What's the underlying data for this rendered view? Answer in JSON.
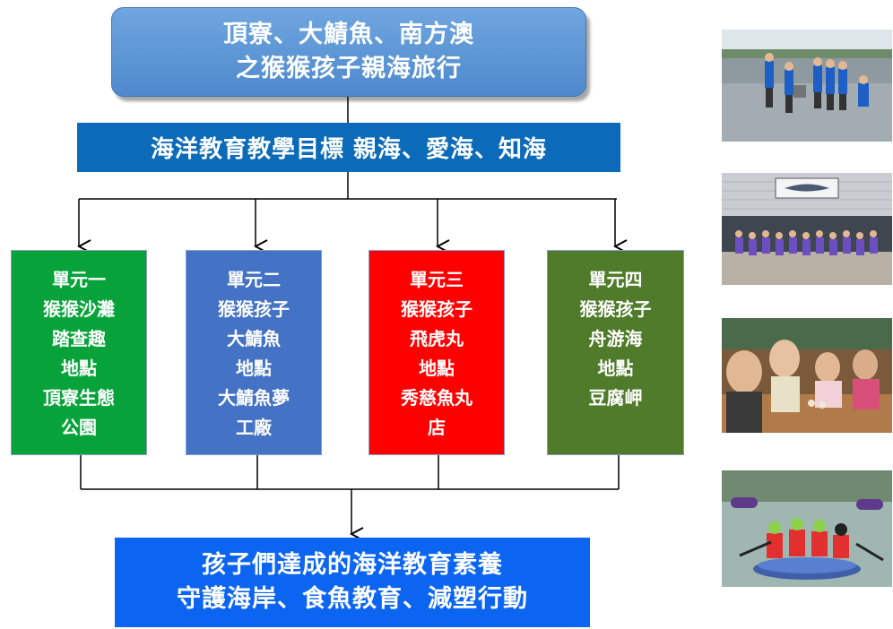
{
  "title": {
    "line1": "頂寮、大鯖魚、南方澳",
    "line2": "之猴猴孩子親海旅行"
  },
  "goal": {
    "text": "海洋教育教學目標 親海、愛海、知海"
  },
  "units": [
    {
      "lines": [
        "單元一",
        "猴猴沙灘",
        "踏查趣",
        "地點",
        "頂寮生態",
        "公園"
      ],
      "color": "#07a33a"
    },
    {
      "lines": [
        "單元二",
        "猴猴孩子",
        "大鯖魚",
        "地點",
        "大鯖魚夢",
        "工廠"
      ],
      "color": "#4472c4"
    },
    {
      "lines": [
        "單元三",
        "猴猴孩子",
        "飛虎丸",
        "地點",
        "秀慈魚丸",
        "店"
      ],
      "color": "#ff0000"
    },
    {
      "lines": [
        "單元四",
        "猴猴孩子",
        "舟游海",
        "地點",
        "豆腐岬"
      ],
      "color": "#4f7b2a"
    }
  ],
  "outcome": {
    "line1": "孩子們達成的海洋教育素養",
    "line2": "守護海岸、食魚教育、減塑行動"
  },
  "photos": [
    {
      "icon": "beach-exploration-photo"
    },
    {
      "icon": "factory-group-photo"
    },
    {
      "icon": "fishball-making-photo"
    },
    {
      "icon": "rafting-photo"
    }
  ]
}
